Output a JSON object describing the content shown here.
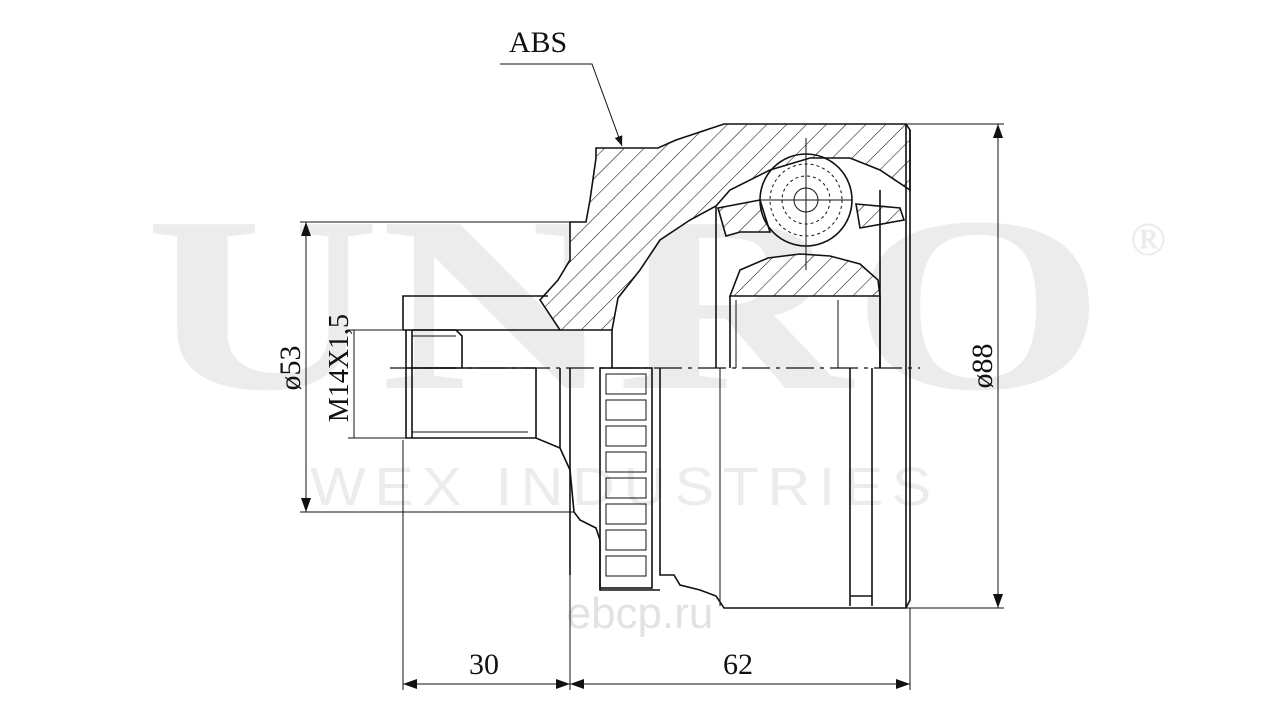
{
  "watermark": {
    "brand": "UNRO",
    "registered": "®",
    "company": "WEX INDUSTRIES",
    "site": "ebcp.ru"
  },
  "labels": {
    "abs": "ABS",
    "diameter_inner": "ø53",
    "thread": "M14X1,5",
    "diameter_outer": "ø88",
    "length_shaft": "30",
    "length_body": "62"
  }
}
